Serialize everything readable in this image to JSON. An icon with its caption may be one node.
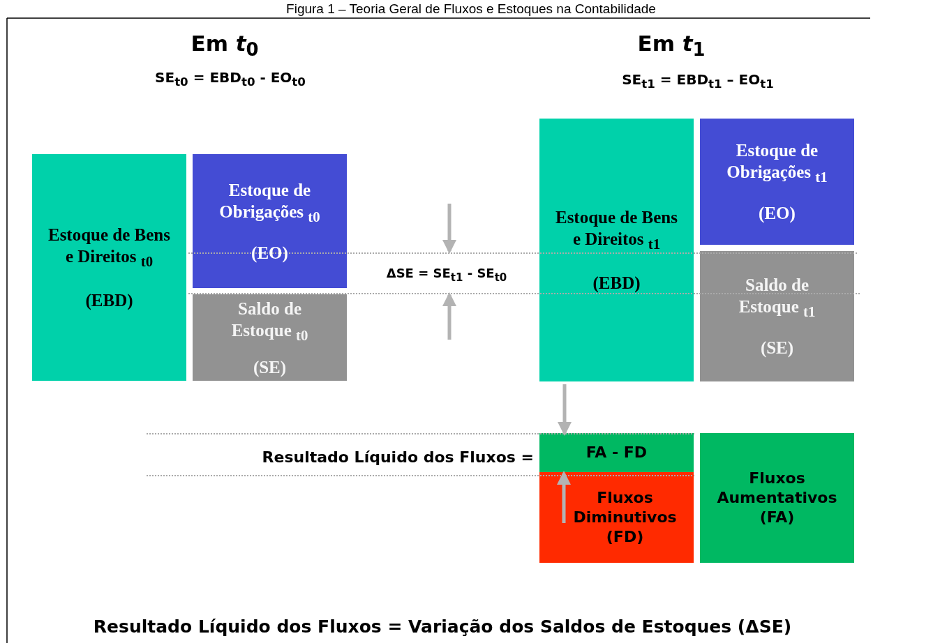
{
  "diagram": {
    "title": "Figura 1 – Teoria Geral de Fluxos e Estoques na Contabilidade",
    "caption": "Resultado Líquido dos Fluxos = Variação dos Saldos de Estoques (ΔSE)",
    "nodes": [
      {
        "text": [
          "Estoque de Bens e Direitos $_{t0}$",
          "(EBD)"
        ]
      },
      {
        "text": [
          "Estoque de Obrigações $_{t0}$",
          "(EO)"
        ]
      },
      {
        "text": [
          "Saldo de Estoque $_{t0}$",
          "(SE)"
        ]
      },
      {
        "text": [
          "Estoque de Bens e Direitos $_{t1}$",
          "(EBD)"
        ]
      },
      {
        "text": [
          "Estoque de Obrigações $_{t1}$",
          "(EO)"
        ]
      },
      {
        "text": [
          "Saldo de Estoque $_{t1}$",
          "(SE)"
        ]
      },
      {
        "text": [
          "FA - FD"
        ]
      },
      {
        "text": [
          "Fluxos Diminutivos (FD)"
        ]
      },
      {
        "text": [
          "Fluxos Aumentativos (FA)"
        ]
      }
    ],
    "edges": [
      {
        "from": 3,
        "to": 6,
        "arrow": "to"
      },
      {
        "from": 7,
        "to": 6,
        "arrow": "to"
      }
    ],
    "labels": [
      "Em *t*$_{0}$",
      "SE$_{t0}$ = EBD$_{t0}$ - EO$_{t0}$",
      "Em *t*$_{1}$",
      "SE$_{t1}$ = EBD$_{t1}$ – EO$_{t1}$",
      "ΔSE = SE$_{t1}$ - SE$_{t0}$",
      "Resultado Líquido dos Fluxos ="
    ]
  }
}
